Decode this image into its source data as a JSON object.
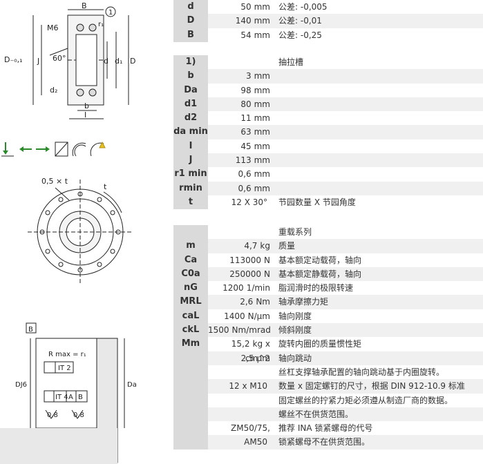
{
  "table1": [
    {
      "label": "d",
      "value": "50",
      "unit": "mm",
      "desc": "公差: -0,005"
    },
    {
      "label": "D",
      "value": "140",
      "unit": "mm",
      "desc": "公差: -0,01"
    },
    {
      "label": "B",
      "value": "54",
      "unit": "mm",
      "desc": "公差: -0,25"
    }
  ],
  "table2": [
    {
      "label": "1)",
      "value": "",
      "unit": "",
      "desc": "抽拉槽"
    },
    {
      "label": "b",
      "value": "3",
      "unit": "mm",
      "desc": ""
    },
    {
      "label": "Da max",
      "value": "98",
      "unit": "mm",
      "desc": ""
    },
    {
      "label": "d1",
      "value": "80",
      "unit": "mm",
      "desc": ""
    },
    {
      "label": "d2",
      "value": "11",
      "unit": "mm",
      "desc": ""
    },
    {
      "label": "da min",
      "value": "63",
      "unit": "mm",
      "desc": ""
    },
    {
      "label": "I",
      "value": "45",
      "unit": "mm",
      "desc": ""
    },
    {
      "label": "J",
      "value": "113",
      "unit": "mm",
      "desc": ""
    },
    {
      "label": "r1 min",
      "value": "0,6",
      "unit": "mm",
      "desc": ""
    },
    {
      "label": "rmin",
      "value": "0,6",
      "unit": "mm",
      "desc": ""
    },
    {
      "label": "t",
      "value": "12 X 30°",
      "unit": "",
      "desc": "节园数量 X 节园角度"
    }
  ],
  "table3": [
    {
      "label": "",
      "value": "",
      "unit": "",
      "desc": "重载系列"
    },
    {
      "label": "m",
      "value": "4,7",
      "unit": "kg",
      "desc": "质量"
    },
    {
      "label": "Ca",
      "value": "113000",
      "unit": "N",
      "desc": "基本额定动载荷，轴向"
    },
    {
      "label": "C0a",
      "value": "250000",
      "unit": "N",
      "desc": "基本额定静载荷，轴向"
    },
    {
      "label": "nG Fett",
      "value": "1200",
      "unit": "1/min",
      "desc": "脂润滑时的极限转速"
    },
    {
      "label": "MRL",
      "value": "2,6",
      "unit": "Nm",
      "desc": "轴承摩擦力矩"
    },
    {
      "label": "caL",
      "value": "1400",
      "unit": "N/μm",
      "desc": "轴向刚度"
    },
    {
      "label": "ckL",
      "value": "1500",
      "unit": "Nm/mrad",
      "desc": "倾斜刚度"
    },
    {
      "label": "Mm",
      "value": "15,2",
      "unit": "kg x cm^2",
      "desc": "旋转内圈的质量惯性矩"
    },
    {
      "label": "",
      "value": "2,5",
      "unit": "μm",
      "desc": "轴向跳动"
    },
    {
      "label": "",
      "value": "",
      "unit": "",
      "desc": "丝杠支撑轴承配置的轴向跳动基于内圈旋转。"
    },
    {
      "label": "",
      "value": "12 x M10",
      "unit": "",
      "desc": "数量 x 固定螺钉的尺寸，根据 DIN 912-10.9 标准"
    },
    {
      "label": "",
      "value": "",
      "unit": "",
      "desc": "固定螺丝的拧紧力矩必须遵从制造厂商的数据。"
    },
    {
      "label": "",
      "value": "",
      "unit": "",
      "desc": "螺丝不在供货范围。"
    },
    {
      "label": "",
      "value": "ZM50/75, AM50",
      "unit": "",
      "desc": "推荐 INA 锁紧螺母的代号"
    },
    {
      "label": "",
      "value": "",
      "unit": "",
      "desc": "锁紧螺母不在供货范围。"
    }
  ],
  "drawing_labels": {
    "B": "B",
    "circle1": "1",
    "r1": "r₁",
    "M6": "M6",
    "D01": "D₋₀,₁",
    "J": "J",
    "d": "d",
    "d1": "d₁",
    "D": "D",
    "angle60": "60°",
    "d2": "d₂",
    "b": "b",
    "I": "I",
    "t_chamfer": "0,5 × t",
    "t": "t",
    "datum_B": "B",
    "Rmax": "R max = r₁",
    "IT2": "IT 2",
    "IT4": "IT 4",
    "A": "A",
    "Bref": "B",
    "DJ6": "DJ6",
    "Da": "Da",
    "rough1": "0,8",
    "rough2": "0,8"
  }
}
